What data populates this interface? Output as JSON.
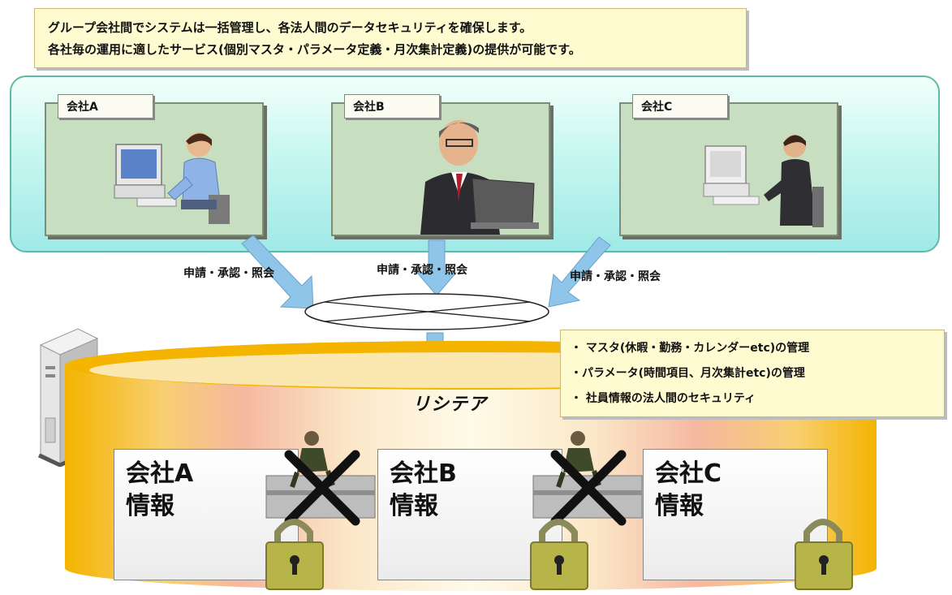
{
  "top_note": {
    "line1": "グループ会社間でシステムは一括管理し、各法人間のデータセキュリティを確保します。",
    "line2": "各社毎の運用に適したサービス(個別マスタ・パラメータ定義・月次集計定義)の提供が可能です。"
  },
  "companies": [
    {
      "label": "会社A"
    },
    {
      "label": "会社B"
    },
    {
      "label": "会社C"
    }
  ],
  "flow_label": "申請・承認・照会",
  "database": {
    "name": "リシテア",
    "records": [
      {
        "line1": "会社A",
        "line2": "情報"
      },
      {
        "line1": "会社B",
        "line2": "情報"
      },
      {
        "line1": "会社C",
        "line2": "情報"
      }
    ]
  },
  "features": [
    "・ マスタ(休暇・勤務・カレンダーetc)の管理",
    "・パラメータ(時間項目、月次集計etc)の管理",
    "・ 社員情報の法人間のセキュリティ"
  ],
  "colors": {
    "panel_border": "#5fb8a8",
    "card_bg": "#c7dfc0",
    "note_bg": "#fffbd0",
    "arrow": "#8ec5e8",
    "db_orange": "#f6b800",
    "lock": "#b7b44a"
  }
}
